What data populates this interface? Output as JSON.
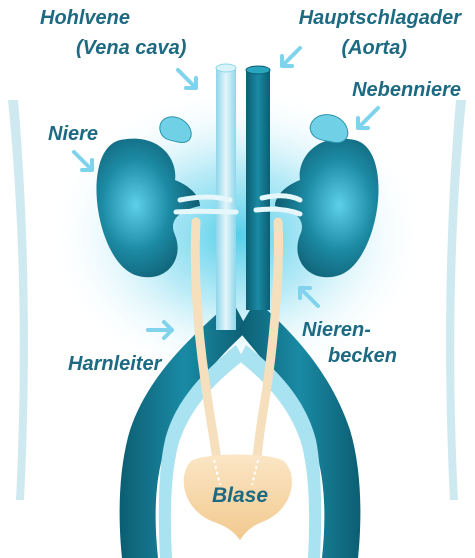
{
  "labels": {
    "hohlvene_1": "Hohlvene",
    "hohlvene_2": "(Vena cava)",
    "aorta_1": "Hauptschlagader",
    "aorta_2": "(Aorta)",
    "nebenniere": "Nebenniere",
    "niere": "Niere",
    "nierenbecken_1": "Nieren-",
    "nierenbecken_2": "becken",
    "harnleiter": "Harnleiter",
    "blase": "Blase"
  },
  "colors": {
    "label_text": "#1d6a82",
    "kidney": "#136f86",
    "kidney_highlight": "#5fd0ea",
    "vessel_dark": "#0f6d84",
    "vessel_light": "#8fd6ea",
    "ureter": "#f6dfbd",
    "bladder": "#f6d6a6",
    "glow": "#35c6e6",
    "arrow": "#7fd3ec"
  },
  "icons": [
    "arrow-pointer-icon"
  ]
}
